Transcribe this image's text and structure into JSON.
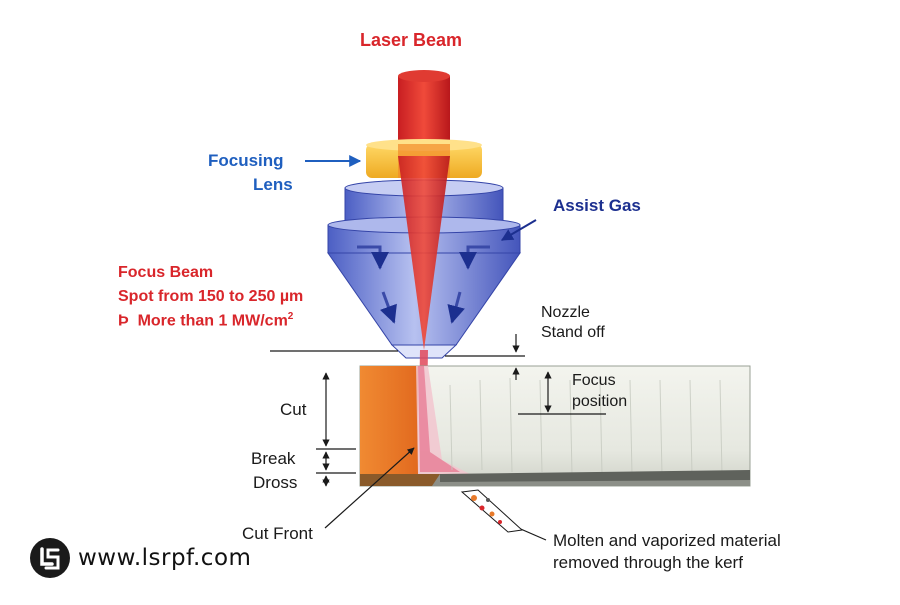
{
  "labels": {
    "laser_beam": "Laser Beam",
    "focusing_lens_line1": "Focusing",
    "focusing_lens_line2": "Lens",
    "assist_gas": "Assist Gas",
    "focus_beam_line1": "Focus Beam",
    "focus_beam_line2": "Spot from 150 to 250 µm",
    "focus_beam_line3_symbol": "Þ",
    "focus_beam_line3": "More than 1 MW/cm",
    "focus_beam_line3_sup": "2",
    "nozzle_line1": "Nozzle",
    "nozzle_line2": "Stand off",
    "focus_position_line1": "Focus",
    "focus_position_line2": "position",
    "cut": "Cut",
    "break": "Break",
    "dross": "Dross",
    "cut_front": "Cut Front",
    "molten_line1": "Molten and vaporized material",
    "molten_line2": "removed through the kerf"
  },
  "watermark": {
    "url": "www.lsrpf.com",
    "logo_icon": "lsrpf-logo-icon"
  },
  "colors": {
    "laser_red": "#d9262b",
    "lens_yellow": "#f6c23a",
    "nozzle_blue": "#6d7fd6",
    "material_orange": "#e8792a",
    "label_red": "#d9262b",
    "label_blue": "#1f5fbf",
    "label_navy": "#1c2f8f"
  }
}
